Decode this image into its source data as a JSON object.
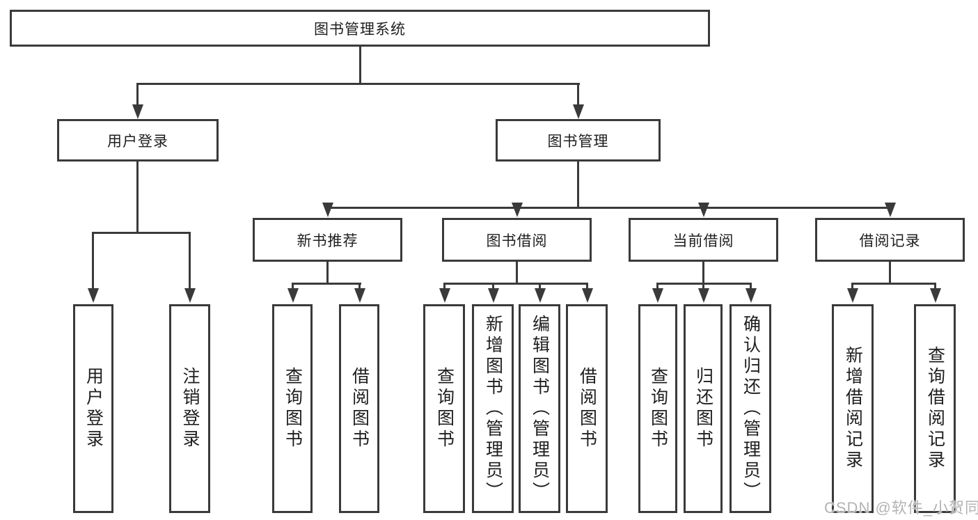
{
  "tree": {
    "label": "图书管理系统",
    "children": [
      {
        "label": "用户登录",
        "children": [
          {
            "label": "用户登录"
          },
          {
            "label": "注销登录"
          }
        ]
      },
      {
        "label": "图书管理",
        "children": [
          {
            "label": "新书推荐",
            "children": [
              {
                "label": "查询图书"
              },
              {
                "label": "借阅图书"
              }
            ]
          },
          {
            "label": "图书借阅",
            "children": [
              {
                "label": "查询图书"
              },
              {
                "label": "新增图书（管理员）"
              },
              {
                "label": "编辑图书（管理员）"
              },
              {
                "label": "借阅图书"
              }
            ]
          },
          {
            "label": "当前借阅",
            "children": [
              {
                "label": "查询图书"
              },
              {
                "label": "归还图书"
              },
              {
                "label": "确认归还（管理员）"
              }
            ]
          },
          {
            "label": "借阅记录",
            "children": [
              {
                "label": "新增借阅记录"
              },
              {
                "label": "查询借阅记录"
              }
            ]
          }
        ]
      }
    ]
  },
  "watermark": {
    "text": "CSDN @软件_小贺同学"
  },
  "colors": {
    "line": "#3a3a3a",
    "text": "#1e1e1e",
    "watermark": "#b3b3b3",
    "background": "#ffffff"
  }
}
